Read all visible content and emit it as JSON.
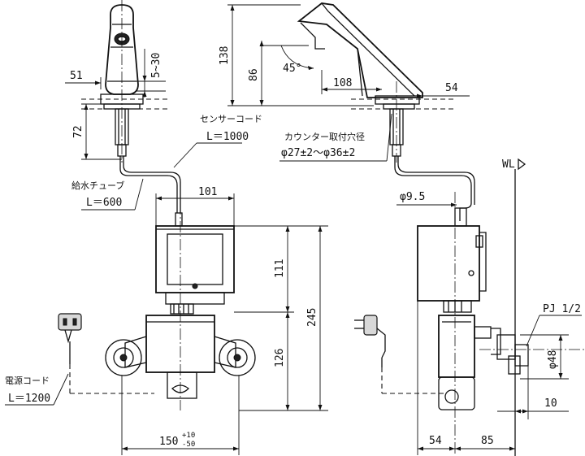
{
  "dimensions": {
    "faucet_base_width": "51",
    "sensor_range": "5~30",
    "spout_height_total": "138",
    "spout_height_sensor": "86",
    "spout_angle": "45°",
    "spout_reach": "108",
    "faucet_front_width": "54",
    "deck_to_tube": "72",
    "control_box_width": "101",
    "control_box_height": "111",
    "valve_height": "126",
    "overall_height": "245",
    "valve_width": "150",
    "valve_width_tol_upper": "+10",
    "valve_width_tol_lower": "-50",
    "inlet_diameter": "φ9.5",
    "outlet_diameter": "φ48",
    "pipe_offset": "10",
    "side_offset_a": "54",
    "side_offset_b": "85"
  },
  "labels": {
    "sensor_cord_title": "センサーコード",
    "sensor_cord_length": "L＝1000",
    "supply_tube_title": "給水チューブ",
    "supply_tube_length": "L＝600",
    "power_cord_title": "電源コード",
    "power_cord_length": "L＝1200",
    "counter_hole_title": "カウンター取付穴径",
    "counter_hole_size": "φ27±2～φ36±2",
    "wall_line": "WL",
    "pipe_thread": "PJ 1/2"
  }
}
